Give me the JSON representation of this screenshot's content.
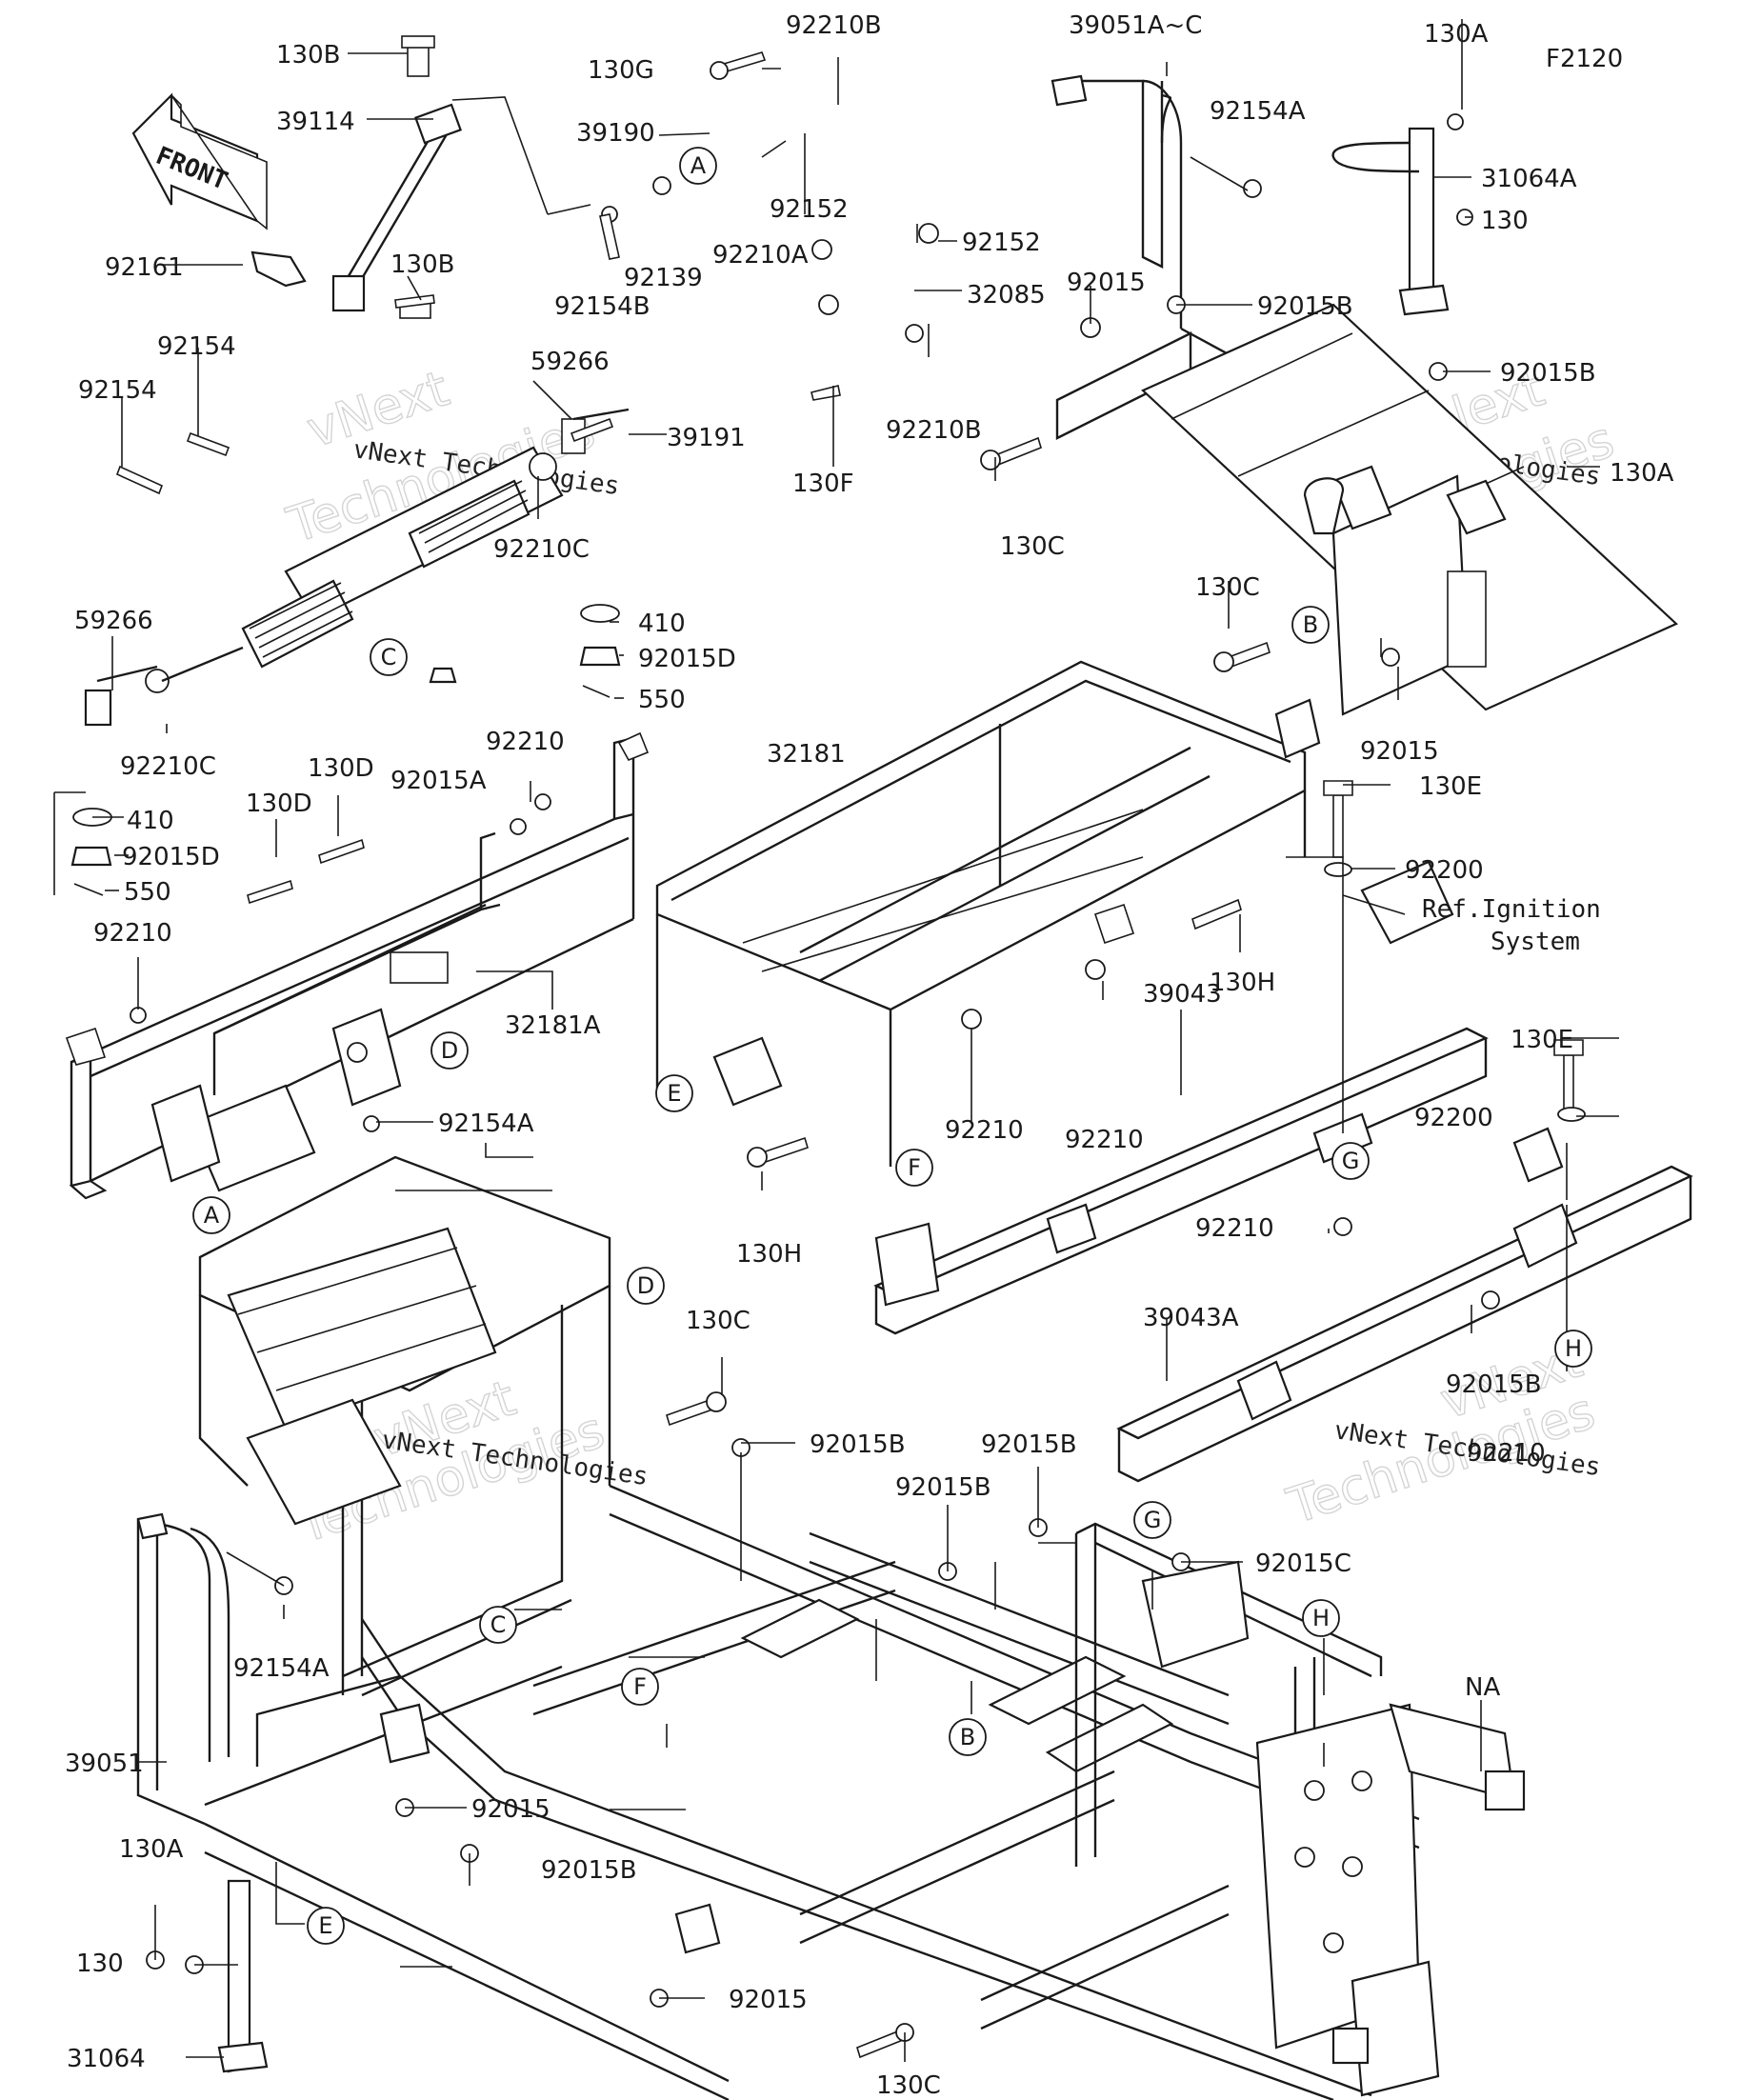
{
  "figure_code": "F2120",
  "front_label": "FRONT",
  "watermark": {
    "line1": "vNext Technologies",
    "big1": "vNext",
    "big2": "Technologies"
  },
  "ref_note": {
    "line1": "Ref.Ignition",
    "line2": "System"
  },
  "labels": {
    "l130B_top": "130B",
    "l39114": "39114",
    "l92161": "92161",
    "l130B_mid": "130B",
    "l92154_a": "92154",
    "l92154_b": "92154",
    "l59266_top": "59266",
    "l39191": "39191",
    "l92210C_right": "92210C",
    "l410_right": "410",
    "l92015D_right": "92015D",
    "l550_right": "550",
    "l59266_left": "59266",
    "l92210C_left": "92210C",
    "l92015A": "92015A",
    "l410_left": "410",
    "l92015D_left": "92015D",
    "l550_left": "550",
    "l130D_a": "130D",
    "l130D_b": "130D",
    "l92210_a": "92210",
    "l92210_b": "92210",
    "l32181A": "32181A",
    "l92154A_mid": "92154A",
    "l130G": "130G",
    "l92210B_top": "92210B",
    "l39190": "39190",
    "l92152_a": "92152",
    "l92152_b": "92152",
    "l92139": "92139",
    "l92210A": "92210A",
    "l92154B": "92154B",
    "l32085": "32085",
    "l92210B_b": "92210B",
    "l130F": "130F",
    "l39051AC": "39051A~C",
    "l92154A_top": "92154A",
    "l92015_top": "92015",
    "l92015B_a": "92015B",
    "l130C_top": "130C",
    "l130A_top": "130A",
    "l31064A": "31064A",
    "l130_top": "130",
    "l92015B_b": "92015B",
    "l130A_right": "130A",
    "l130C_mid": "130C",
    "l92015_mid": "92015",
    "l32181": "32181",
    "l130E_a": "130E",
    "l92200_a": "92200",
    "l130H_a": "130H",
    "l92210_c": "92210",
    "l39043": "39043",
    "l92210_d": "92210",
    "l130H_b": "130H",
    "l130E_b": "130E",
    "l92200_b": "92200",
    "l92210_e": "92210",
    "l39043A": "39043A",
    "l92015B_c": "92015B",
    "l92210_f": "92210",
    "l130C_low": "130C",
    "l92015B_d": "92015B",
    "l92015B_e": "92015B",
    "l92015B_f": "92015B",
    "l92015C": "92015C",
    "l92154A_low": "92154A",
    "lNA": "NA",
    "l39051": "39051",
    "l92015_low": "92015",
    "l130A_low": "130A",
    "l92015B_g": "92015B",
    "l130_low": "130",
    "l92015_bottom": "92015",
    "l31064": "31064",
    "l130C_bottom": "130C"
  },
  "callouts": {
    "A1": "A",
    "A2": "A",
    "B1": "B",
    "B2": "B",
    "C1": "C",
    "C2": "C",
    "D1": "D",
    "D2": "D",
    "E1": "E",
    "E2": "E",
    "F1": "F",
    "F2": "F",
    "G1": "G",
    "G2": "G",
    "H1": "H",
    "H2": "H"
  }
}
